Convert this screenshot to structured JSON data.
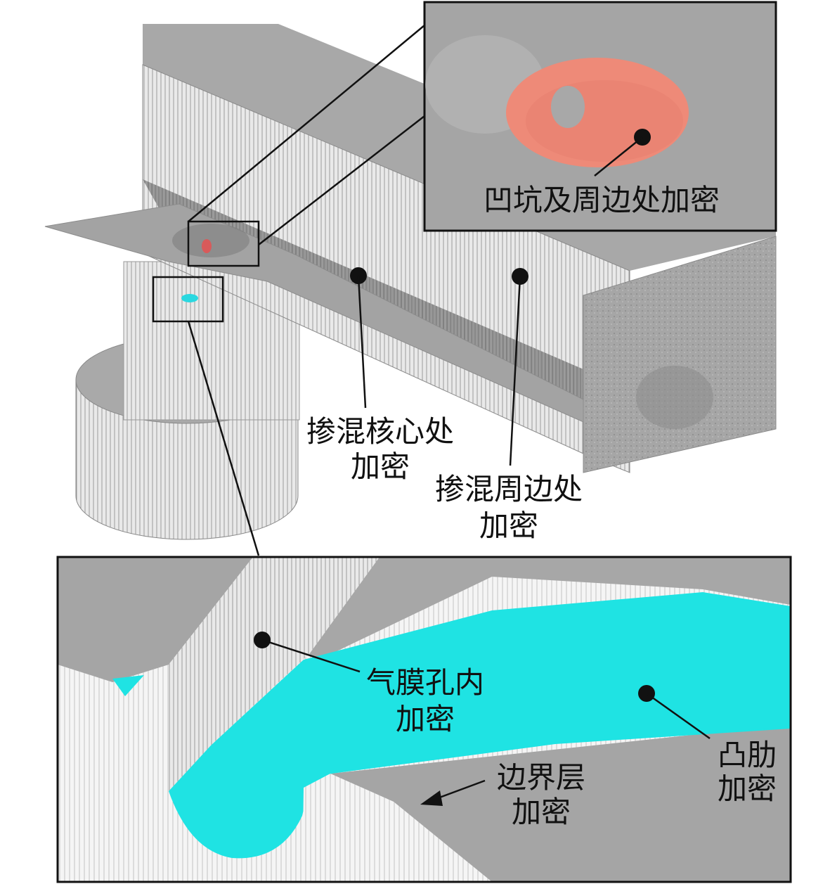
{
  "labels": {
    "pit_refine": "凹坑及周边处加密",
    "mix_core_line1": "掺混核心处",
    "mix_core_line2": "加密",
    "mix_edge_line1": "掺混周边处",
    "mix_edge_line2": "加密",
    "hole_line1": "气膜孔内",
    "hole_line2": "加密",
    "rib_line1": "凸肋",
    "rib_line2": "加密",
    "bl_line1": "边界层",
    "bl_line2": "加密"
  },
  "colors": {
    "mesh_dark": "#8a8a8a",
    "mesh_mid": "#a9a9a9",
    "mesh_light": "#d2d2d2",
    "mesh_white": "#f4f4f4",
    "pit_red": "#ee8a78",
    "rib_cyan": "#1fe3e3",
    "outline": "#111111"
  }
}
